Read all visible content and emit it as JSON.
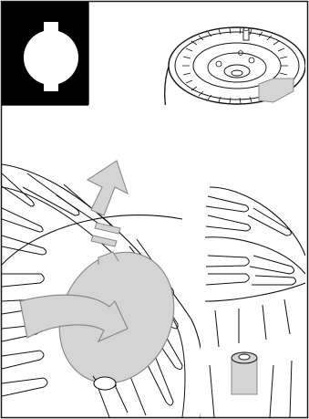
{
  "figure": {
    "colors": {
      "ink": "#111111",
      "frame": "#1a1a1a",
      "gray_fill": "#d4d4d4",
      "gray_stroke": "#8a8a8a",
      "badge_bg": "#000000",
      "badge_symbol": "#ffffff"
    },
    "panels": [
      {
        "name": "symbol-badge",
        "content": "keyhole-icon"
      },
      {
        "name": "grinder-overview",
        "content": "burr-grinder-top-view"
      },
      {
        "name": "step-remove-disc",
        "content": "rotate-and-lift-cover"
      },
      {
        "name": "step-cleaning-brush",
        "content": "brush-in-grinder"
      }
    ],
    "arrows": [
      {
        "name": "lift-arrow",
        "direction": "up-right"
      },
      {
        "name": "rotate-arrow",
        "direction": "clockwise"
      }
    ]
  }
}
